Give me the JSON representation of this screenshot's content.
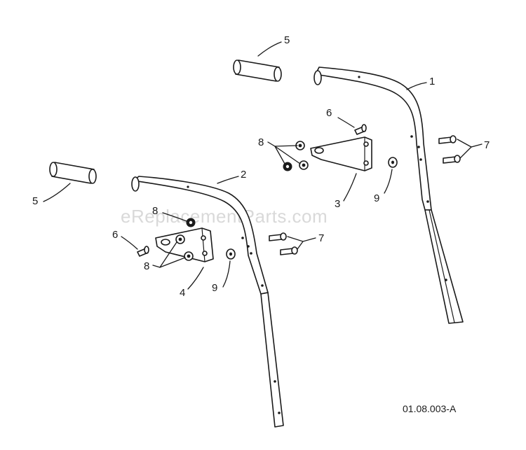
{
  "watermark": "eReplacementParts.com",
  "diagram_code": "01.08.003-A",
  "callouts": {
    "c1": "1",
    "c2": "2",
    "c3": "3",
    "c4": "4",
    "c5_top": "5",
    "c5_left": "5",
    "c6_upper": "6",
    "c6_lower": "6",
    "c7_upper": "7",
    "c7_lower": "7",
    "c8_upper": "8",
    "c8_mid": "8",
    "c8_lower": "8",
    "c9_upper": "9",
    "c9_lower": "9"
  }
}
